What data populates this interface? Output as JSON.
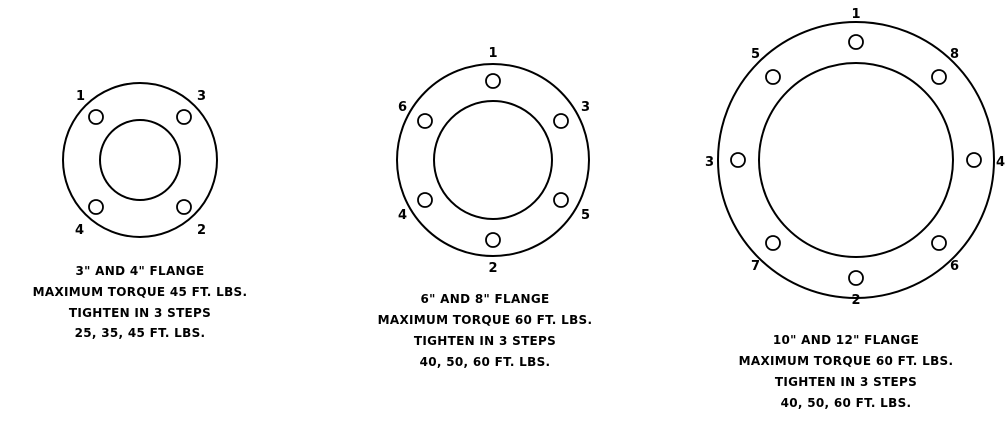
{
  "flanges": [
    {
      "id": "flange-3-4",
      "caption": [
        "3\" AND 4\" FLANGE",
        "MAXIMUM TORQUE 45 FT. LBS.",
        "TIGHTEN IN 3 STEPS",
        "25, 35, 45 FT. LBS."
      ],
      "bolt_labels": [
        "1",
        "3",
        "4",
        "2"
      ]
    },
    {
      "id": "flange-6-8",
      "caption": [
        "6\" AND 8\" FLANGE",
        "MAXIMUM TORQUE 60 FT. LBS.",
        "TIGHTEN IN 3 STEPS",
        "40, 50, 60 FT. LBS."
      ],
      "bolt_labels": [
        "1",
        "3",
        "5",
        "2",
        "4",
        "6"
      ]
    },
    {
      "id": "flange-10-12",
      "caption": [
        "10\" AND 12\" FLANGE",
        "MAXIMUM TORQUE 60 FT. LBS.",
        "TIGHTEN IN 3 STEPS",
        "40, 50, 60 FT. LBS."
      ],
      "bolt_labels": [
        "1",
        "8",
        "4",
        "6",
        "2",
        "7",
        "3",
        "5"
      ]
    }
  ]
}
